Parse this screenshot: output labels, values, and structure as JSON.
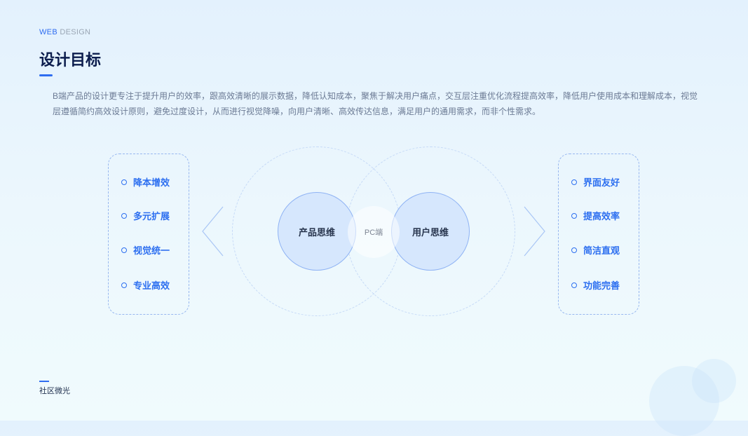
{
  "header": {
    "eyebrow_accent": "WEB",
    "eyebrow_rest": " DESIGN",
    "title": "设计目标"
  },
  "description": "B端产品的设计更专注于提升用户的效率，跟高效清晰的展示数据，降低认知成本，聚焦于解决用户痛点，交互层注重优化流程提高效率，降低用户使用成本和理解成本，视觉层遵循简约高效设计原则，避免过度设计，从而进行视觉降噪，向用户清晰、高效传达信息，满足用户的通用需求，而非个性需求。",
  "left_items": [
    "降本增效",
    "多元扩展",
    "视觉统一",
    "专业高效"
  ],
  "right_items": [
    "界面友好",
    "提高效率",
    "简洁直观",
    "功能完善"
  ],
  "center": {
    "left": "产品思维",
    "middle": "PC端",
    "right": "用户思维"
  },
  "footer": "社区微光",
  "colors": {
    "accent": "#2f6df0",
    "title": "#0c1d4d"
  }
}
